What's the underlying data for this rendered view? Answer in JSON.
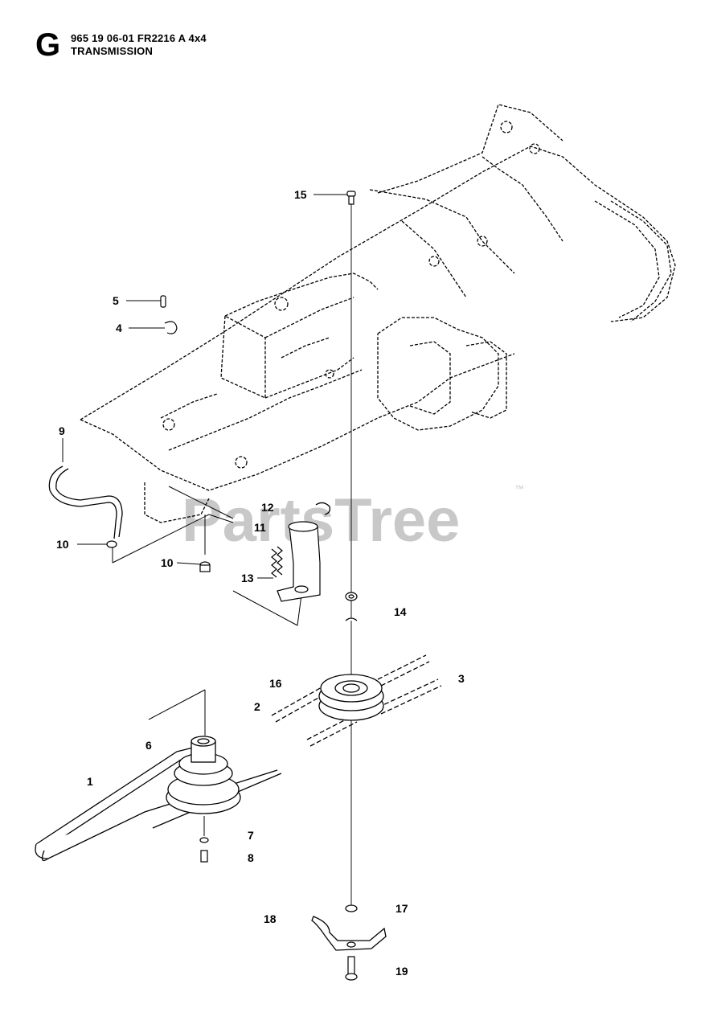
{
  "header": {
    "section_letter": "G",
    "model_line": "965 19 06-01 FR2216 A 4x4",
    "title": "TRANSMISSION"
  },
  "watermark": {
    "text": "PartsTree",
    "tm": "™"
  },
  "callouts": [
    "1",
    "2",
    "3",
    "4",
    "5",
    "6",
    "7",
    "8",
    "9",
    "10",
    "10",
    "11",
    "12",
    "13",
    "14",
    "15",
    "16",
    "17",
    "18",
    "19"
  ],
  "colors": {
    "ink": "#000000",
    "watermark": "#c8c8c8",
    "background": "#ffffff"
  }
}
